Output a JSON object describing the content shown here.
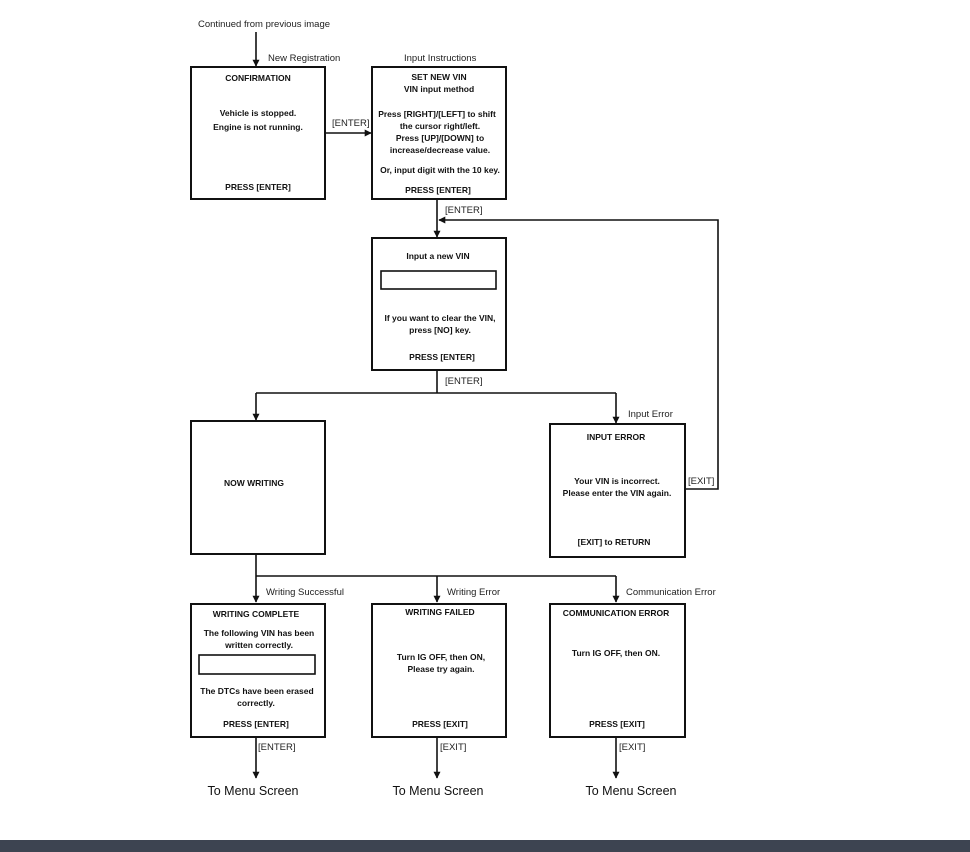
{
  "flow": {
    "continued_note": "Continued from previous  image",
    "labels": {
      "new_registration": "New Registration",
      "input_instructions": "Input Instructions",
      "enter_1": "[ENTER]",
      "enter_2": "[ENTER]",
      "enter_3": "[ENTER]",
      "input_error": "Input Error",
      "exit_loop": "[EXIT]",
      "writing_successful": "Writing Successful",
      "writing_error": "Writing Error",
      "communication_error": "Communication Error",
      "enter_bottom": "[ENTER]",
      "exit_bottom_1": "[EXIT]",
      "exit_bottom_2": "[EXIT]"
    },
    "screens": {
      "confirmation": {
        "title": "CONFIRMATION",
        "line1": "Vehicle is stopped.",
        "line2": "Engine is not running.",
        "footer": "PRESS [ENTER]"
      },
      "set_new_vin": {
        "title": "SET NEW VIN",
        "subtitle": "VIN input method",
        "line1": "Press [RIGHT]/[LEFT] to shift",
        "line2": "the cursor right/left.",
        "line3": "Press [UP]/[DOWN] to",
        "line4": "increase/decrease value.",
        "line5": "Or, input digit with the 10 key.",
        "footer": "PRESS [ENTER]"
      },
      "input_vin": {
        "title": "Input a new VIN",
        "line1": "If you want to clear the VIN,",
        "line2": "press [NO] key.",
        "footer": "PRESS [ENTER]"
      },
      "now_writing": {
        "title": "NOW WRITING"
      },
      "input_error": {
        "title": "INPUT ERROR",
        "line1": "Your VIN is incorrect.",
        "line2": "Please enter the VIN again.",
        "footer": "[EXIT] to RETURN"
      },
      "writing_complete": {
        "title": "WRITING COMPLETE",
        "line1": "The following VIN has been",
        "line2": "written correctly.",
        "line3": "The DTCs have been erased",
        "line4": "correctly.",
        "footer": "PRESS [ENTER]"
      },
      "writing_failed": {
        "title": "WRITING FAILED",
        "line1": "Turn IG OFF, then ON,",
        "line2": "Please try again.",
        "footer": "PRESS [EXIT]"
      },
      "communication_error": {
        "title": "COMMUNICATION ERROR",
        "line1": "Turn IG OFF, then ON.",
        "footer": "PRESS [EXIT]"
      }
    },
    "destinations": {
      "menu_1": "To Menu Screen",
      "menu_2": "To Menu Screen",
      "menu_3": "To Menu Screen"
    }
  }
}
